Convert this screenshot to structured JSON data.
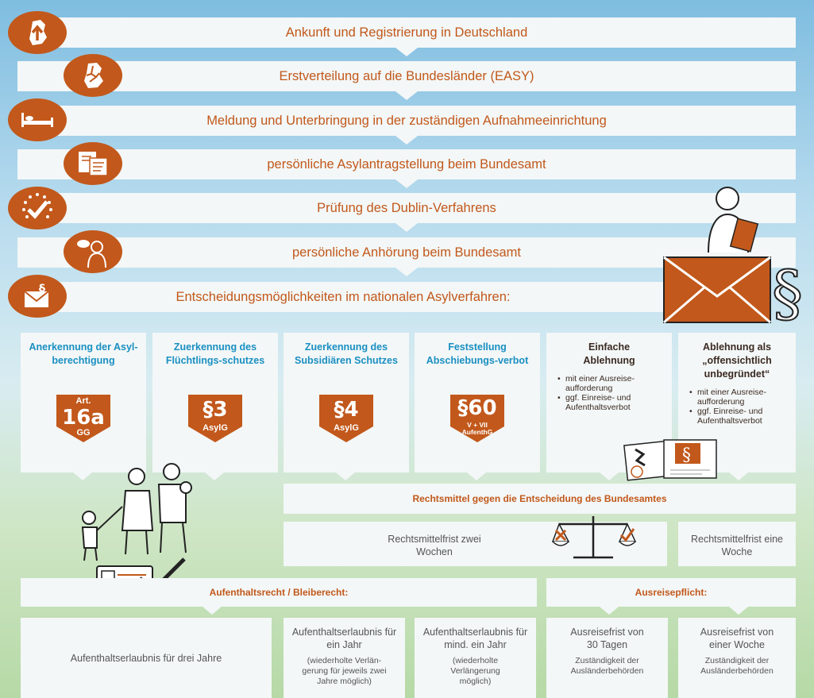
{
  "colors": {
    "accent": "#c2581b",
    "blue": "#1a8fc2",
    "panel": "#f3f7f7",
    "dark": "#3b2a22"
  },
  "steps": [
    {
      "label": "Ankunft und Registrierung in Deutschland",
      "icon": "germany-arrow-icon"
    },
    {
      "label": "Erstverteilung auf die Bundesländer (EASY)",
      "icon": "germany-map-icon"
    },
    {
      "label": "Meldung und Unterbringung in der zuständigen Aufnahmeeinrichtung",
      "icon": "bed-icon"
    },
    {
      "label": "persönliche Asylantragstellung beim Bundesamt",
      "icon": "document-form-icon"
    },
    {
      "label": "Prüfung des Dublin-Verfahrens",
      "icon": "eu-check-icon"
    },
    {
      "label": "persönliche Anhörung beim Bundesamt",
      "icon": "person-speech-icon"
    },
    {
      "label": "Entscheidungsmöglichkeiten im nationalen Asylverfahren:",
      "icon": "paragraph-letter-icon"
    }
  ],
  "decisions": [
    {
      "title": "Anerkennung der Asyl-berechtigung",
      "shield_top": "Art.",
      "shield_main": "16a",
      "shield_bottom": "GG"
    },
    {
      "title": "Zuerkennung des Flüchtlings-schutzes",
      "shield_main": "§3",
      "shield_bottom": "AsylG"
    },
    {
      "title": "Zuerkennung des Subsidiären Schutzes",
      "shield_main": "§4",
      "shield_bottom": "AsylG"
    },
    {
      "title": "Feststellung Abschiebungs-verbot",
      "shield_main": "§60",
      "shield_bottom": "V + VII AufenthG"
    },
    {
      "title": "Einfache Ablehnung",
      "bullets": [
        "mit einer Ausreise-aufforderung",
        "ggf. Einreise- und Aufenthaltsverbot"
      ]
    },
    {
      "title": "Ablehnung als „offensichtlich unbegründet“",
      "bullets": [
        "mit einer Ausreise-aufforderung",
        "ggf. Einreise- und Aufenthaltsverbot"
      ]
    }
  ],
  "legal": {
    "heading": "Rechtsmittel gegen die Entscheidung des Bundesamtes",
    "frist_left": "Rechtsmittelfrist zwei Wochen",
    "frist_right": "Rechtsmittelfrist eine Woche"
  },
  "residence": {
    "heading": "Aufenthaltsrecht / Bleiberecht:",
    "box1": "Aufenthaltserlaubnis für drei Jahre",
    "box2_main": "Aufenthaltserlaubnis für ein Jahr",
    "box2_sub": "(wiederholte Verlän-gerung für jeweils zwei Jahre möglich)",
    "box3_main": "Aufenthaltserlaubnis für mind. ein Jahr",
    "box3_sub": "(wiederholte Verlängerung möglich)"
  },
  "departure": {
    "heading": "Ausreisepflicht:",
    "box1_main": "Ausreisefrist von 30 Tagen",
    "box1_sub": "Zuständigkeit der Ausländerbehörden",
    "box2_main": "Ausreisefrist von einer Woche",
    "box2_sub": "Zuständigkeit der Ausländerbehörden"
  }
}
